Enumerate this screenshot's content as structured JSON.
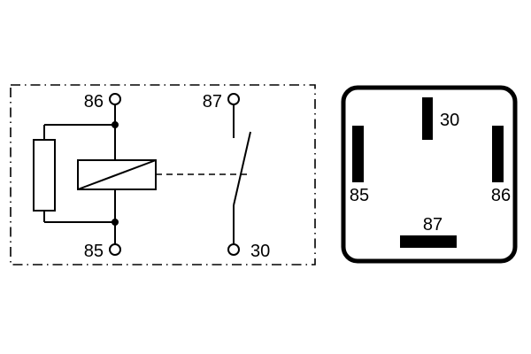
{
  "schematic": {
    "labels": {
      "terminal_86": "86",
      "terminal_87": "87",
      "terminal_85": "85",
      "terminal_30": "30"
    }
  },
  "pinout": {
    "labels": {
      "pin_30": "30",
      "pin_85": "85",
      "pin_86": "86",
      "pin_87": "87"
    }
  },
  "colors": {
    "line": "#000000",
    "background": "#ffffff",
    "pin_fill": "#000000"
  }
}
